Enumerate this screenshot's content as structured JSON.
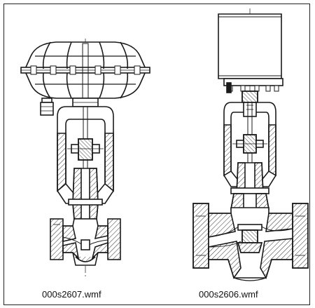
{
  "figures": [
    {
      "caption": "000s2607.wmf",
      "actuator": "pneumatic-diaphragm-actuator"
    },
    {
      "caption": "000s2606.wmf",
      "actuator": "electric-actuator"
    }
  ],
  "colors": {
    "line": "#1a1a1a",
    "hatch": "#333333",
    "background": "#ffffff"
  }
}
